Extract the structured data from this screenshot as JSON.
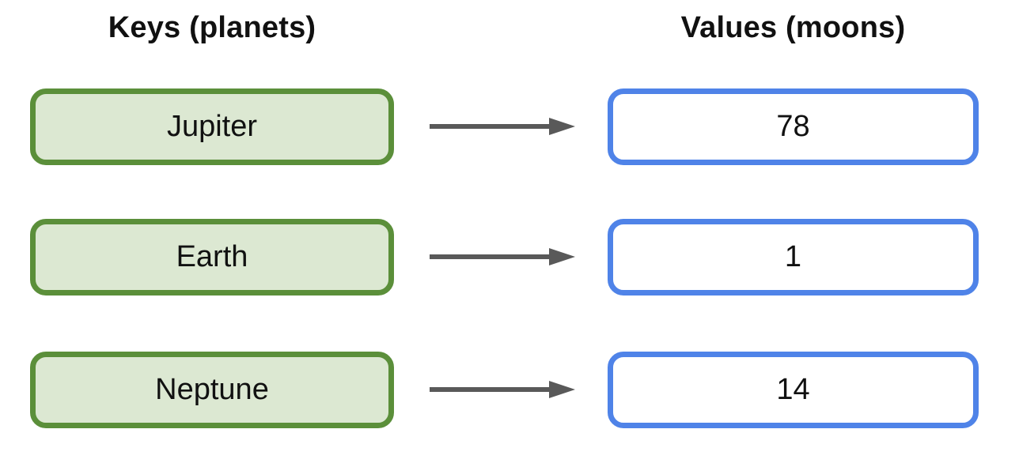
{
  "headers": {
    "keys": "Keys (planets)",
    "values": "Values (moons)"
  },
  "pairs": [
    {
      "key": "Jupiter",
      "value": "78"
    },
    {
      "key": "Earth",
      "value": "1"
    },
    {
      "key": "Neptune",
      "value": "14"
    }
  ],
  "colors": {
    "key_box_border": "#5b8f3a",
    "key_box_fill": "#dce8d2",
    "value_box_border": "#4f83e8",
    "value_box_fill": "#ffffff",
    "arrow": "#595959",
    "text": "#111111"
  }
}
